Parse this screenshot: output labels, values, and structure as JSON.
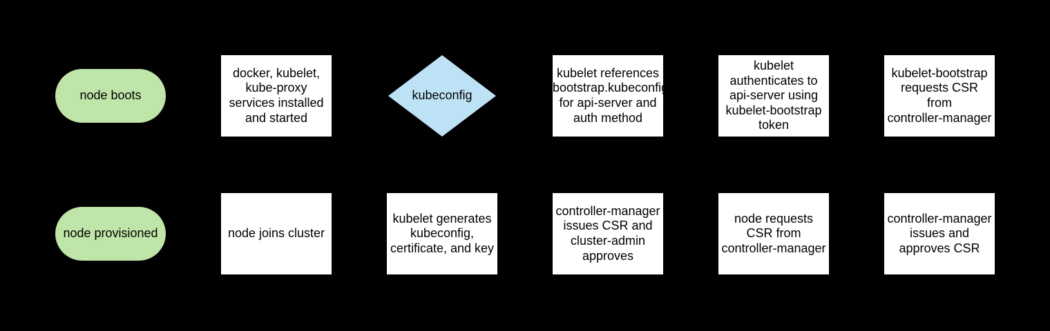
{
  "colors": {
    "background": "#000000",
    "terminator_fill": "#bfe5a9",
    "decision_fill": "#bee2f5",
    "process_fill": "#ffffff",
    "text": "#000000"
  },
  "flowchart": {
    "top_row": {
      "node_boots": {
        "shape": "terminator",
        "label": "node boots"
      },
      "services_installed": {
        "shape": "process",
        "label": "docker, kubelet,\nkube-proxy\nservices installed\nand started"
      },
      "kubeconfig": {
        "shape": "decision",
        "label": "kubeconfig"
      },
      "kubelet_references": {
        "shape": "process",
        "label": "kubelet references\nbootstrap.kubeconfig\nfor api-server and\nauth method"
      },
      "kubelet_authenticates": {
        "shape": "process",
        "label": "kubelet\nauthenticates to\napi-server using\nkubelet-bootstrap\ntoken"
      },
      "kubelet_bootstrap_requests_csr": {
        "shape": "process",
        "label": "kubelet-bootstrap\nrequests CSR\nfrom\ncontroller-manager"
      }
    },
    "bottom_row": {
      "node_provisioned": {
        "shape": "terminator",
        "label": "node provisioned"
      },
      "node_joins_cluster": {
        "shape": "process",
        "label": "node joins cluster"
      },
      "kubelet_generates": {
        "shape": "process",
        "label": "kubelet generates\nkubeconfig,\ncertificate, and key"
      },
      "cm_issues_csr_admin_approves": {
        "shape": "process",
        "label": "controller-manager\nissues CSR and\ncluster-admin\napproves"
      },
      "node_requests_csr": {
        "shape": "process",
        "label": "node requests\nCSR from\ncontroller-manager"
      },
      "cm_issues_and_approves_csr": {
        "shape": "process",
        "label": "controller-manager\nissues and\napproves CSR"
      }
    }
  }
}
